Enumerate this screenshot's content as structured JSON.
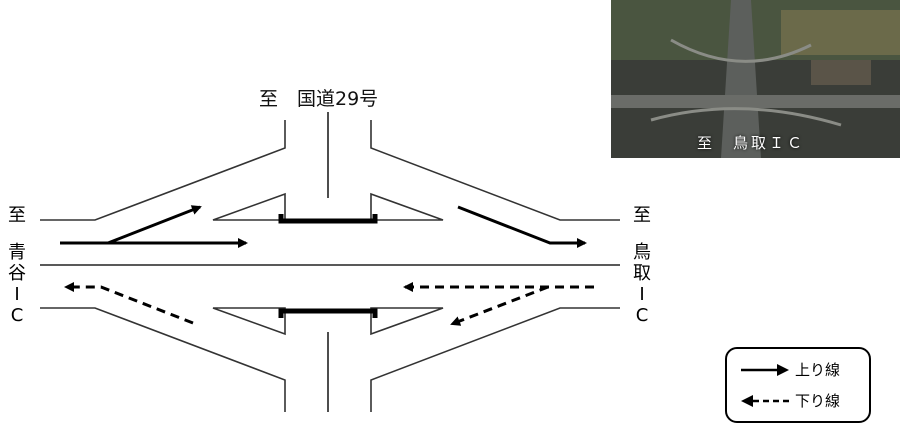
{
  "labels": {
    "north": "至　国道29号",
    "west_to": "至",
    "west_name": [
      "青",
      "谷",
      "I",
      "C"
    ],
    "east_to": "至",
    "east_name": [
      "鳥",
      "取",
      "I",
      "C"
    ]
  },
  "photo": {
    "caption": "至　鳥取ＩＣ"
  },
  "legend": {
    "up_line": "上り線",
    "down_line": "下り線"
  }
}
